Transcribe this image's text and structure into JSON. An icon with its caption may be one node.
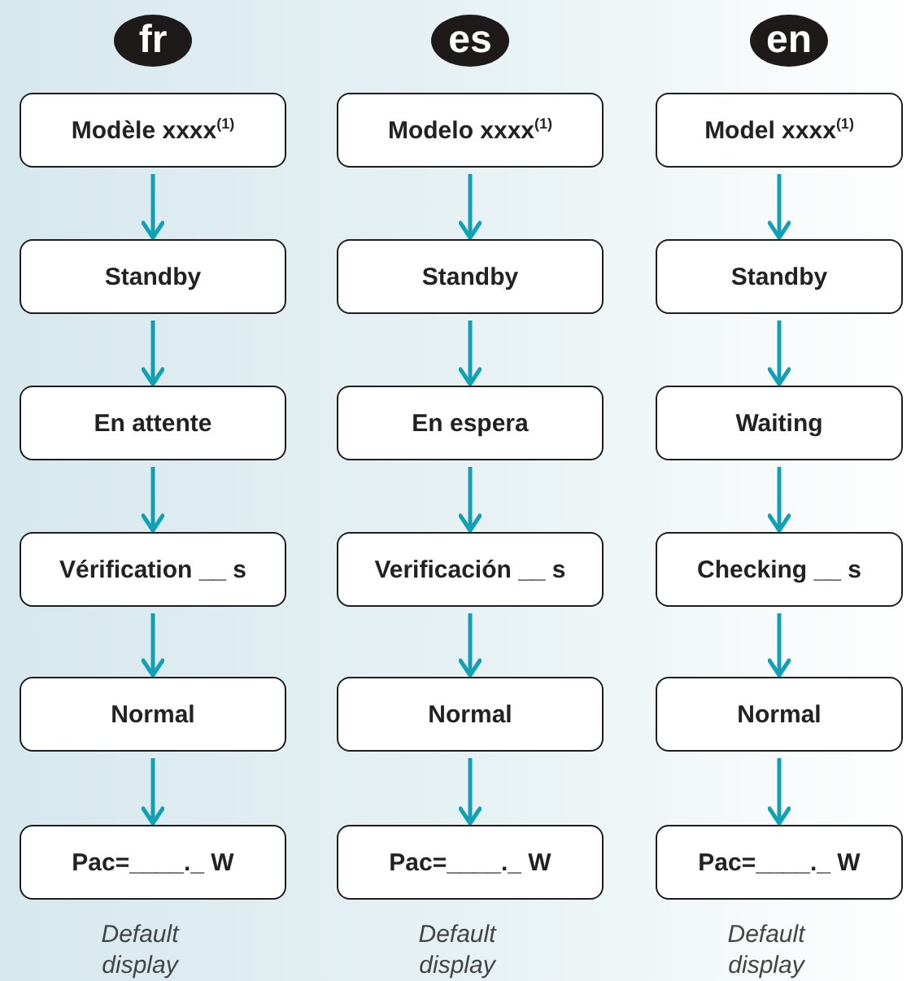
{
  "diagram": {
    "nodes": [
      {
        "text": [
          "Modèle xxxx$^{(1)}$"
        ]
      },
      {
        "text": [
          "Standby"
        ]
      },
      {
        "text": [
          "En attente"
        ]
      },
      {
        "text": [
          "Vérification __ s"
        ]
      },
      {
        "text": [
          "Normal"
        ]
      },
      {
        "text": [
          "Pac=____._ W"
        ],
        "beside": [
          "Default display"
        ]
      },
      {
        "text": [
          "Modelo xxxx$^{(1)}$"
        ]
      },
      {
        "text": [
          "Standby"
        ]
      },
      {
        "text": [
          "En espera"
        ]
      },
      {
        "text": [
          "Verificación __ s"
        ]
      },
      {
        "text": [
          "Normal"
        ]
      },
      {
        "text": [
          "Pac=____._ W"
        ],
        "beside": [
          "Default display"
        ]
      },
      {
        "text": [
          "Model xxxx$^{(1)}$"
        ]
      },
      {
        "text": [
          "Standby"
        ]
      },
      {
        "text": [
          "Waiting"
        ]
      },
      {
        "text": [
          "Checking __ s"
        ]
      },
      {
        "text": [
          "Normal"
        ]
      },
      {
        "text": [
          "Pac=____._ W"
        ],
        "beside": [
          "Default display"
        ]
      }
    ],
    "edges": [
      {
        "from": 0,
        "to": 1,
        "arrow": "to"
      },
      {
        "from": 1,
        "to": 2,
        "arrow": "to"
      },
      {
        "from": 2,
        "to": 3,
        "arrow": "to"
      },
      {
        "from": 3,
        "to": 4,
        "arrow": "to"
      },
      {
        "from": 4,
        "to": 5,
        "arrow": "to"
      },
      {
        "from": 6,
        "to": 7,
        "arrow": "to"
      },
      {
        "from": 7,
        "to": 8,
        "arrow": "to"
      },
      {
        "from": 8,
        "to": 9,
        "arrow": "to"
      },
      {
        "from": 9,
        "to": 10,
        "arrow": "to"
      },
      {
        "from": 10,
        "to": 11,
        "arrow": "to"
      },
      {
        "from": 12,
        "to": 13,
        "arrow": "to"
      },
      {
        "from": 13,
        "to": 14,
        "arrow": "to"
      },
      {
        "from": 14,
        "to": 15,
        "arrow": "to"
      },
      {
        "from": 15,
        "to": 16,
        "arrow": "to"
      },
      {
        "from": 16,
        "to": 17,
        "arrow": "to"
      }
    ],
    "labels": [
      "fr",
      "es",
      "en"
    ]
  }
}
